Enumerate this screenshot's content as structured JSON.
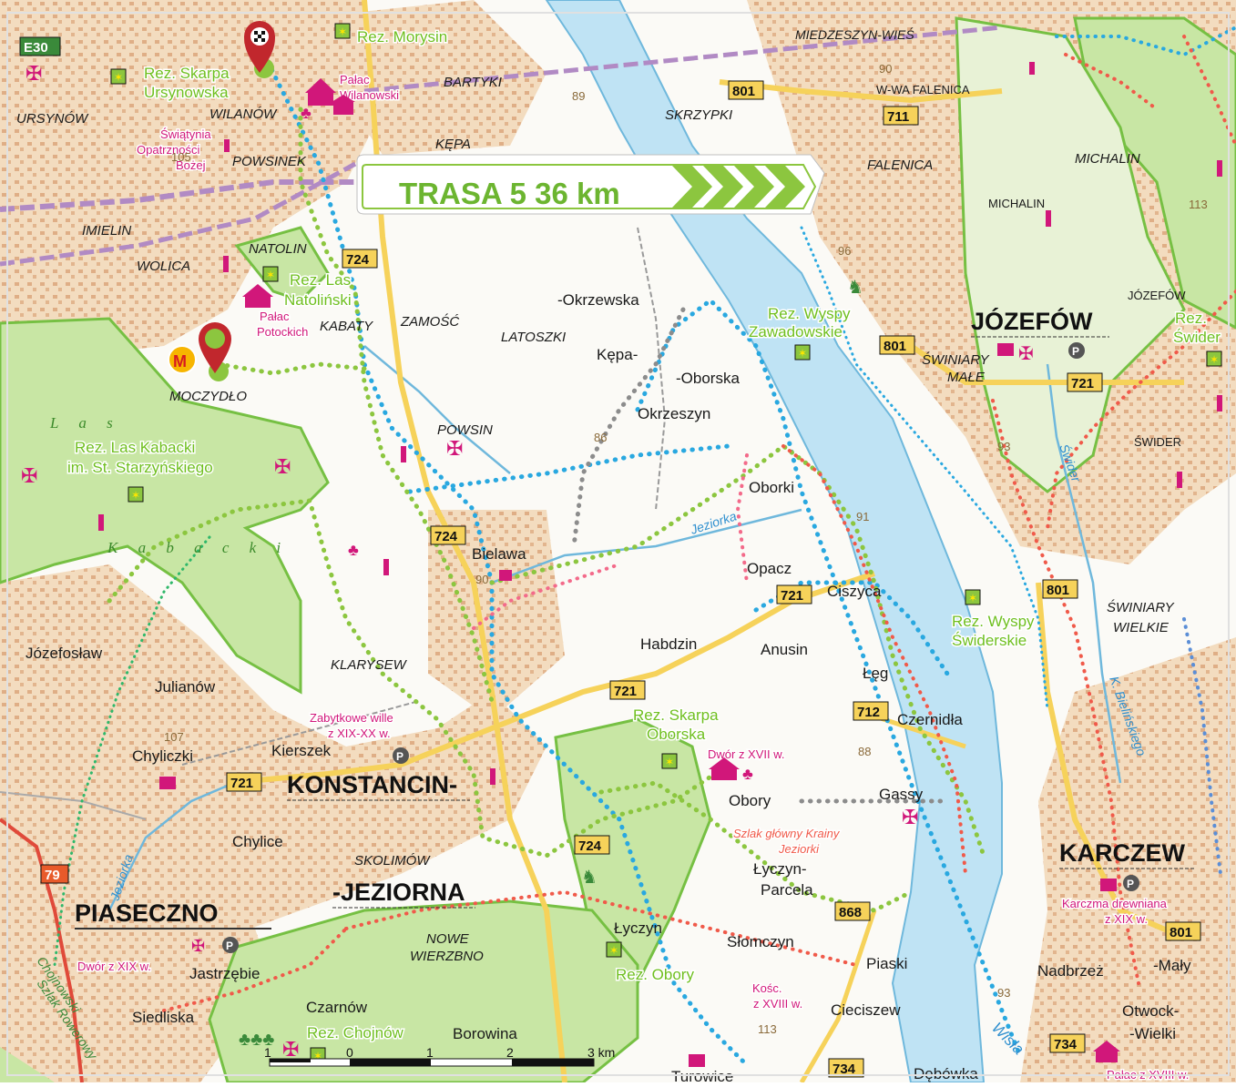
{
  "route_banner": {
    "text": "TRASA 5  36 km"
  },
  "scale_bar": {
    "labels": [
      "1",
      "0",
      "1",
      "2",
      "3 km"
    ]
  },
  "road_numbers": [
    "E30",
    "801",
    "711",
    "724",
    "801",
    "721",
    "724",
    "721",
    "721",
    "712",
    "721",
    "724",
    "868",
    "801",
    "801",
    "734",
    "734",
    "79"
  ],
  "towns_large": [
    "JÓZEFÓW",
    "KONSTANCIN-",
    "-JEZIORNA",
    "PIASECZNO",
    "KARCZEW"
  ],
  "towns": [
    "-Okrzewska",
    "Kępa-",
    "-Oborska",
    "Okrzeszyn",
    "Oborki",
    "Bielawa",
    "Opacz",
    "Ciszyca",
    "Habdzin",
    "Anusin",
    "Łęg",
    "Czernidła",
    "Józefosław",
    "Julianów",
    "Chyliczki",
    "Kierszek",
    "Obory",
    "Gassy",
    "Łyczyn-",
    "Parcela",
    "Chylice",
    "Jastrzębie",
    "Siedliska",
    "Czarnów",
    "Borowina",
    "Łyczyn",
    "Słomczyn",
    "Piaski",
    "Cieciszew",
    "Dębówka",
    "Turowice",
    "Nadbrzeż",
    "-Mały",
    "Otwock-",
    "-Wielki"
  ],
  "districts": [
    "URSYNÓW",
    "WILANÓW",
    "POWSINEK",
    "BARTYKI",
    "SKRZYPKI",
    "KĘPA",
    "MIEDZESZYN-WIEŚ",
    "W-WA FALENICA",
    "FALENICA",
    "MICHALIN",
    "MICHALIN",
    "IMIELIN",
    "WOLICA",
    "NATOLIN",
    "KABATY",
    "ZAMOŚĆ",
    "LATOSZKI",
    "MOCZYDŁO",
    "POWSIN",
    "KLARYSEW",
    "ŚWINIARY",
    "MAŁE",
    "JÓZEFÓW",
    "ŚWIDER",
    "ŚWINIARY",
    "WIELKIE",
    "SKOLIMÓW",
    "NOWE",
    "WIERZBNO"
  ],
  "reserves": [
    "Rez. Morysin",
    "Rez. Skarpa",
    "Ursynowska",
    "Rez. Las",
    "Natoliński",
    "Rez. Las Kabacki",
    "im. St. Starzyńskiego",
    "Rez. Wyspy",
    "Zawadowskie",
    "Rez.",
    "Świder",
    "Rez. Wyspy",
    "Świderskie",
    "Rez. Skarpa",
    "Oborska",
    "Rez. Obory",
    "Rez. Chojnów"
  ],
  "pois": [
    "Pałac",
    "Wilanowski",
    "Świątynia",
    "Opatrzności",
    "Bożej",
    "Pałac",
    "Potockich",
    "Zabytkowe wille",
    "z XIX-XX w.",
    "Dwór z XVII w.",
    "Szlak główny Krainy",
    "Jeziorki",
    "Karczma drewniana",
    "z XIX w.",
    "Dwór z XIX w.",
    "Kośc.",
    "z XVIII w.",
    "Pałac z XVIII w."
  ],
  "waters": [
    "Jeziorka",
    "Świder",
    "K. Bielińskiego",
    "Wisła",
    "Jeziorka"
  ],
  "forest_labels": [
    "L a s",
    "K a b a c k i"
  ],
  "trail_labels": [
    "Chojnowski",
    "Szlak Rowerowy"
  ],
  "elevations": [
    "90",
    "89",
    "105",
    "96",
    "86",
    "90",
    "91",
    "93",
    "113",
    "107",
    "88",
    "93",
    "113"
  ],
  "colors": {
    "route_green": "#8cc63f",
    "trail_blue": "#29a8e0",
    "trail_red": "#f05a4a",
    "trail_gray": "#8c8c8c",
    "forest": "#c5e3a1",
    "urban": "#f2d8b8",
    "river": "#bfe3f4",
    "poi_magenta": "#d1177a"
  }
}
